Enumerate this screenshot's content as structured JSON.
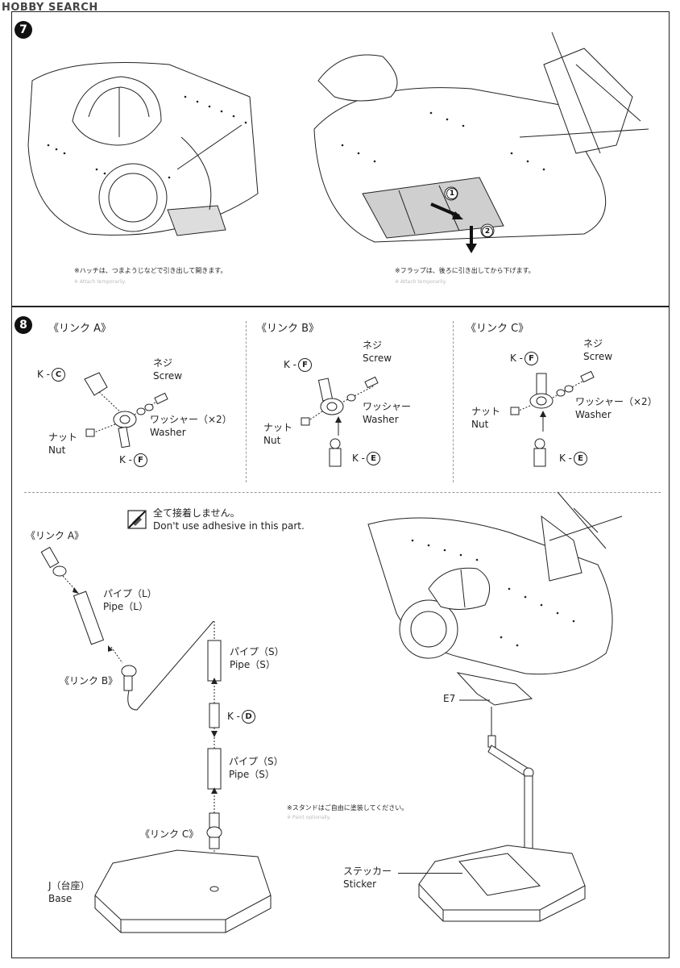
{
  "watermark": "HOBBY SEARCH",
  "step7": {
    "number": "7",
    "left_note": "※ハッチは、つまようじなどで引き出して開きます。",
    "left_note_sub": "※ Attach temporarily.",
    "right_note": "※フラップは、後ろに引き出してから下げます。",
    "right_note_sub": "※ Attach temporarily.",
    "arrow1": "1",
    "arrow2": "2"
  },
  "step8": {
    "number": "8",
    "link_a": {
      "title": "《リンク A》",
      "screw_ja": "ネジ",
      "screw_en": "Screw",
      "washer_ja": "ワッシャー（×2）",
      "washer_en": "Washer",
      "nut_ja": "ナット",
      "nut_en": "Nut",
      "part_top_prefix": "K -",
      "part_top_letter": "C",
      "part_bottom_prefix": "K -",
      "part_bottom_letter": "F"
    },
    "link_b": {
      "title": "《リンク B》",
      "screw_ja": "ネジ",
      "screw_en": "Screw",
      "washer_ja": "ワッシャー",
      "washer_en": "Washer",
      "nut_ja": "ナット",
      "nut_en": "Nut",
      "part_top_prefix": "K -",
      "part_top_letter": "F",
      "part_bottom_prefix": "K -",
      "part_bottom_letter": "E"
    },
    "link_c": {
      "title": "《リンク C》",
      "screw_ja": "ネジ",
      "screw_en": "Screw",
      "washer_ja": "ワッシャー（×2）",
      "washer_en": "Washer",
      "nut_ja": "ナット",
      "nut_en": "Nut",
      "part_top_prefix": "K -",
      "part_top_letter": "F",
      "part_bottom_prefix": "K -",
      "part_bottom_letter": "E"
    }
  },
  "stand": {
    "adhesive_ja": "全て接着しません。",
    "adhesive_en": "Don't use adhesive in this part.",
    "link_a": "《リンク A》",
    "link_b": "《リンク B》",
    "link_c": "《リンク C》",
    "pipe_l_ja": "パイプ（L）",
    "pipe_l_en": "Pipe（L）",
    "pipe_s1_ja": "パイプ（S）",
    "pipe_s1_en": "Pipe（S）",
    "pipe_s2_ja": "パイプ（S）",
    "pipe_s2_en": "Pipe（S）",
    "kd_prefix": "K -",
    "kd_letter": "D",
    "base_ja": "J（台座）",
    "base_en": "Base",
    "paint_note": "※スタンドはご自由に塗装してください。",
    "paint_note_sub": "※ Paint optionally.",
    "sticker_ja": "ステッカー",
    "sticker_en": "Sticker",
    "e7": "E7"
  }
}
